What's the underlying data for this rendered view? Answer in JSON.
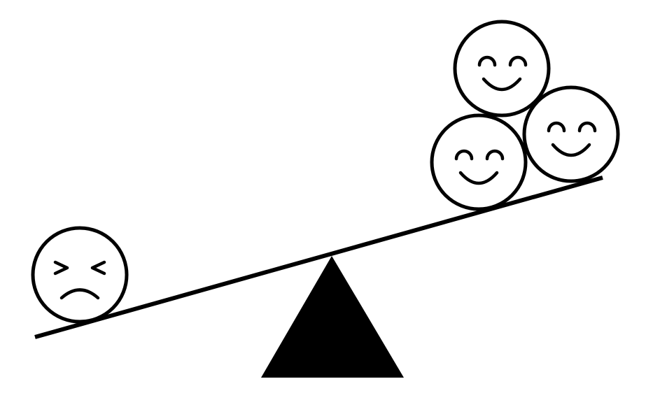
{
  "colors": {
    "ink": "#000000",
    "background": "#ffffff"
  },
  "diagram": {
    "faces": [
      {
        "side": "left",
        "expression": "unhappy-face-icon"
      },
      {
        "side": "right",
        "expression": "smiling-face-icon"
      },
      {
        "side": "right",
        "expression": "smiling-face-icon"
      },
      {
        "side": "right",
        "expression": "smiling-face-icon"
      }
    ]
  }
}
